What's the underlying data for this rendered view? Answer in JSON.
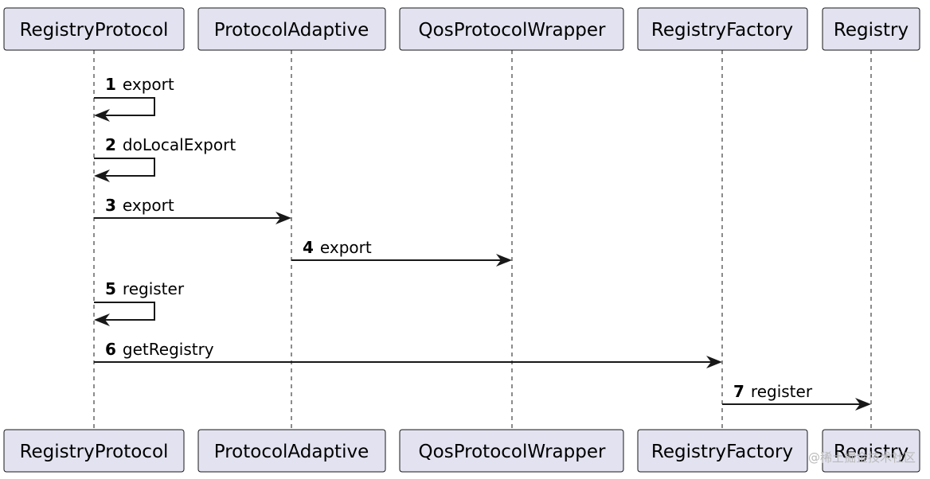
{
  "participants": [
    {
      "id": "p0",
      "label": "RegistryProtocol"
    },
    {
      "id": "p1",
      "label": "ProtocolAdaptive"
    },
    {
      "id": "p2",
      "label": "QosProtocolWrapper"
    },
    {
      "id": "p3",
      "label": "RegistryFactory"
    },
    {
      "id": "p4",
      "label": "Registry"
    }
  ],
  "messages": [
    {
      "num": "1",
      "text": "export",
      "from": "p0",
      "to": "p0"
    },
    {
      "num": "2",
      "text": "doLocalExport",
      "from": "p0",
      "to": "p0"
    },
    {
      "num": "3",
      "text": "export",
      "from": "p0",
      "to": "p1"
    },
    {
      "num": "4",
      "text": "export",
      "from": "p1",
      "to": "p2"
    },
    {
      "num": "5",
      "text": "register",
      "from": "p0",
      "to": "p0"
    },
    {
      "num": "6",
      "text": "getRegistry",
      "from": "p0",
      "to": "p3"
    },
    {
      "num": "7",
      "text": "register",
      "from": "p3",
      "to": "p4"
    }
  ],
  "watermark": "@稀土掘金技术社区"
}
